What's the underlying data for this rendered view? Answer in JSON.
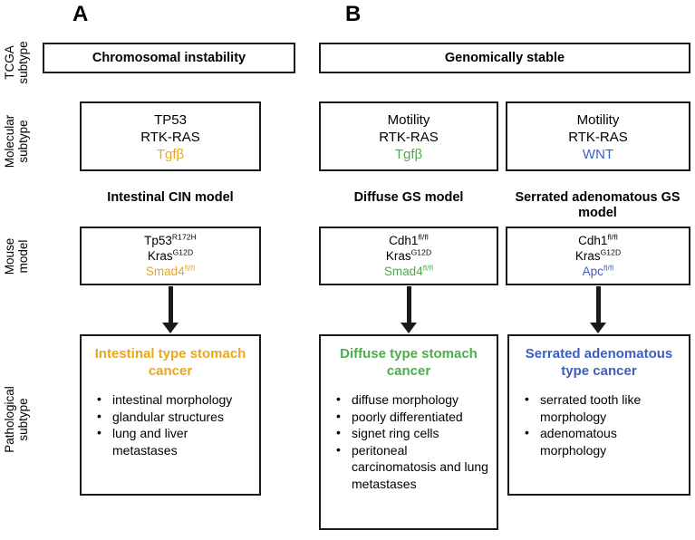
{
  "figure": {
    "panels": [
      {
        "letter": "A"
      },
      {
        "letter": "B"
      }
    ],
    "row_labels": {
      "tcga": "TCGA\nsubtype",
      "molecular": "Molecular\nsubtype",
      "mouse": "Mouse\nmodel",
      "pathological": "Pathological\nsubtype"
    },
    "colors": {
      "gold": "#E8A81B",
      "green": "#4AAE4A",
      "blue": "#3C5FBF",
      "black": "#000000",
      "border": "#1a1a1a"
    },
    "tcga_subtypes": {
      "a": "Chromosomal instability",
      "b": "Genomically stable"
    },
    "molecular_subtypes": {
      "a": {
        "lines": [
          "TP53",
          "RTK-RAS"
        ],
        "accent": "Tgfβ",
        "accent_color": "#E8A81B"
      },
      "b1": {
        "lines": [
          "Motility",
          "RTK-RAS"
        ],
        "accent": "Tgfβ",
        "accent_color": "#4AAE4A"
      },
      "b2": {
        "lines": [
          "Motility",
          "RTK-RAS"
        ],
        "accent": "WNT",
        "accent_color": "#3C5FBF"
      }
    },
    "model_captions": {
      "a": "Intestinal CIN model",
      "b1": "Diffuse GS model",
      "b2": "Serrated adenomatous GS model"
    },
    "mouse_models": {
      "a": [
        {
          "gene": "Tp53",
          "sup": "R172H",
          "color": "#000000"
        },
        {
          "gene": "Kras",
          "sup": "G12D",
          "color": "#000000"
        },
        {
          "gene": "Smad4",
          "sup": "fl/fl",
          "color": "#E8A81B"
        }
      ],
      "b1": [
        {
          "gene": "Cdh1",
          "sup": "fl/fl",
          "color": "#000000"
        },
        {
          "gene": "Kras",
          "sup": "G12D",
          "color": "#000000"
        },
        {
          "gene": "Smad4",
          "sup": "fl/fl",
          "color": "#4AAE4A"
        }
      ],
      "b2": [
        {
          "gene": "Cdh1",
          "sup": "fl/fl",
          "color": "#000000"
        },
        {
          "gene": "Kras",
          "sup": "G12D",
          "color": "#000000"
        },
        {
          "gene": "Apc",
          "sup": "fl/fl",
          "color": "#3C5FBF"
        }
      ]
    },
    "pathological_subtypes": {
      "a": {
        "heading": "Intestinal type stomach cancer",
        "heading_color": "#E8A81B",
        "features": [
          "intestinal morphology",
          "glandular structures",
          "lung and liver metastases"
        ]
      },
      "b1": {
        "heading": "Diffuse type stomach cancer",
        "heading_color": "#4AAE4A",
        "features": [
          "diffuse morphology",
          "poorly differentiated",
          "signet ring cells",
          "peritoneal carcinomatosis and lung metastases"
        ]
      },
      "b2": {
        "heading": "Serrated adenomatous type cancer",
        "heading_color": "#3C5FBF",
        "features": [
          "serrated tooth like morphology",
          "adenomatous morphology"
        ]
      }
    }
  }
}
